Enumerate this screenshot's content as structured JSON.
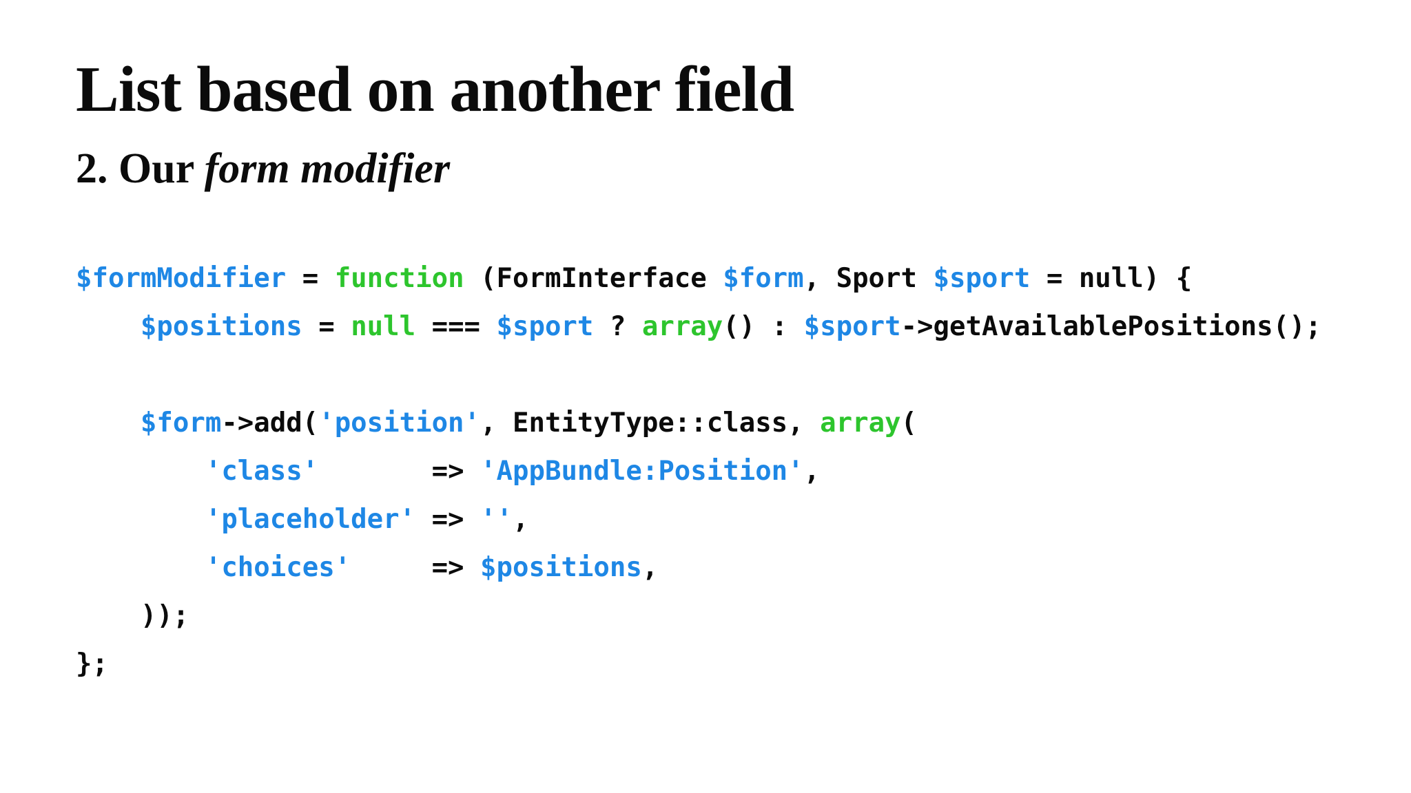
{
  "slide": {
    "title": "List based on another field",
    "subtitle_prefix": "2. Our ",
    "subtitle_emphasis": "form modifier"
  },
  "colors": {
    "background": "#FFFFFF",
    "text_black": "#0B0B0B",
    "variable_and_string_blue": "#1E87E5",
    "keyword_green": "#2DC52D"
  },
  "code": {
    "language": "php",
    "lines": [
      [
        {
          "t": "$formModifier",
          "c": "variable"
        },
        {
          "t": " = ",
          "c": "plain"
        },
        {
          "t": "function",
          "c": "keyword"
        },
        {
          "t": " (FormInterface ",
          "c": "plain"
        },
        {
          "t": "$form",
          "c": "variable"
        },
        {
          "t": ", Sport ",
          "c": "plain"
        },
        {
          "t": "$sport",
          "c": "variable"
        },
        {
          "t": " = null) {",
          "c": "plain"
        }
      ],
      [
        {
          "t": "    ",
          "c": "plain"
        },
        {
          "t": "$positions",
          "c": "variable"
        },
        {
          "t": " = ",
          "c": "plain"
        },
        {
          "t": "null",
          "c": "keyword"
        },
        {
          "t": " === ",
          "c": "plain"
        },
        {
          "t": "$sport",
          "c": "variable"
        },
        {
          "t": " ? ",
          "c": "plain"
        },
        {
          "t": "array",
          "c": "keyword"
        },
        {
          "t": "() : ",
          "c": "plain"
        },
        {
          "t": "$sport",
          "c": "variable"
        },
        {
          "t": "->getAvailablePositions();",
          "c": "plain"
        }
      ],
      [],
      [
        {
          "t": "    ",
          "c": "plain"
        },
        {
          "t": "$form",
          "c": "variable"
        },
        {
          "t": "->add(",
          "c": "plain"
        },
        {
          "t": "'position'",
          "c": "string"
        },
        {
          "t": ", EntityType::class, ",
          "c": "plain"
        },
        {
          "t": "array",
          "c": "keyword"
        },
        {
          "t": "(",
          "c": "plain"
        }
      ],
      [
        {
          "t": "        ",
          "c": "plain"
        },
        {
          "t": "'class'",
          "c": "string"
        },
        {
          "t": "       ",
          "c": "plain"
        },
        {
          "t": "=> ",
          "c": "plain"
        },
        {
          "t": "'AppBundle:Position'",
          "c": "string"
        },
        {
          "t": ",",
          "c": "plain"
        }
      ],
      [
        {
          "t": "        ",
          "c": "plain"
        },
        {
          "t": "'placeholder'",
          "c": "string"
        },
        {
          "t": " ",
          "c": "plain"
        },
        {
          "t": "=> ",
          "c": "plain"
        },
        {
          "t": "''",
          "c": "string"
        },
        {
          "t": ",",
          "c": "plain"
        }
      ],
      [
        {
          "t": "        ",
          "c": "plain"
        },
        {
          "t": "'choices'",
          "c": "string"
        },
        {
          "t": "     ",
          "c": "plain"
        },
        {
          "t": "=> ",
          "c": "plain"
        },
        {
          "t": "$positions",
          "c": "variable"
        },
        {
          "t": ",",
          "c": "plain"
        }
      ],
      [
        {
          "t": "    ));",
          "c": "plain"
        }
      ],
      [
        {
          "t": "};",
          "c": "plain"
        }
      ]
    ]
  }
}
